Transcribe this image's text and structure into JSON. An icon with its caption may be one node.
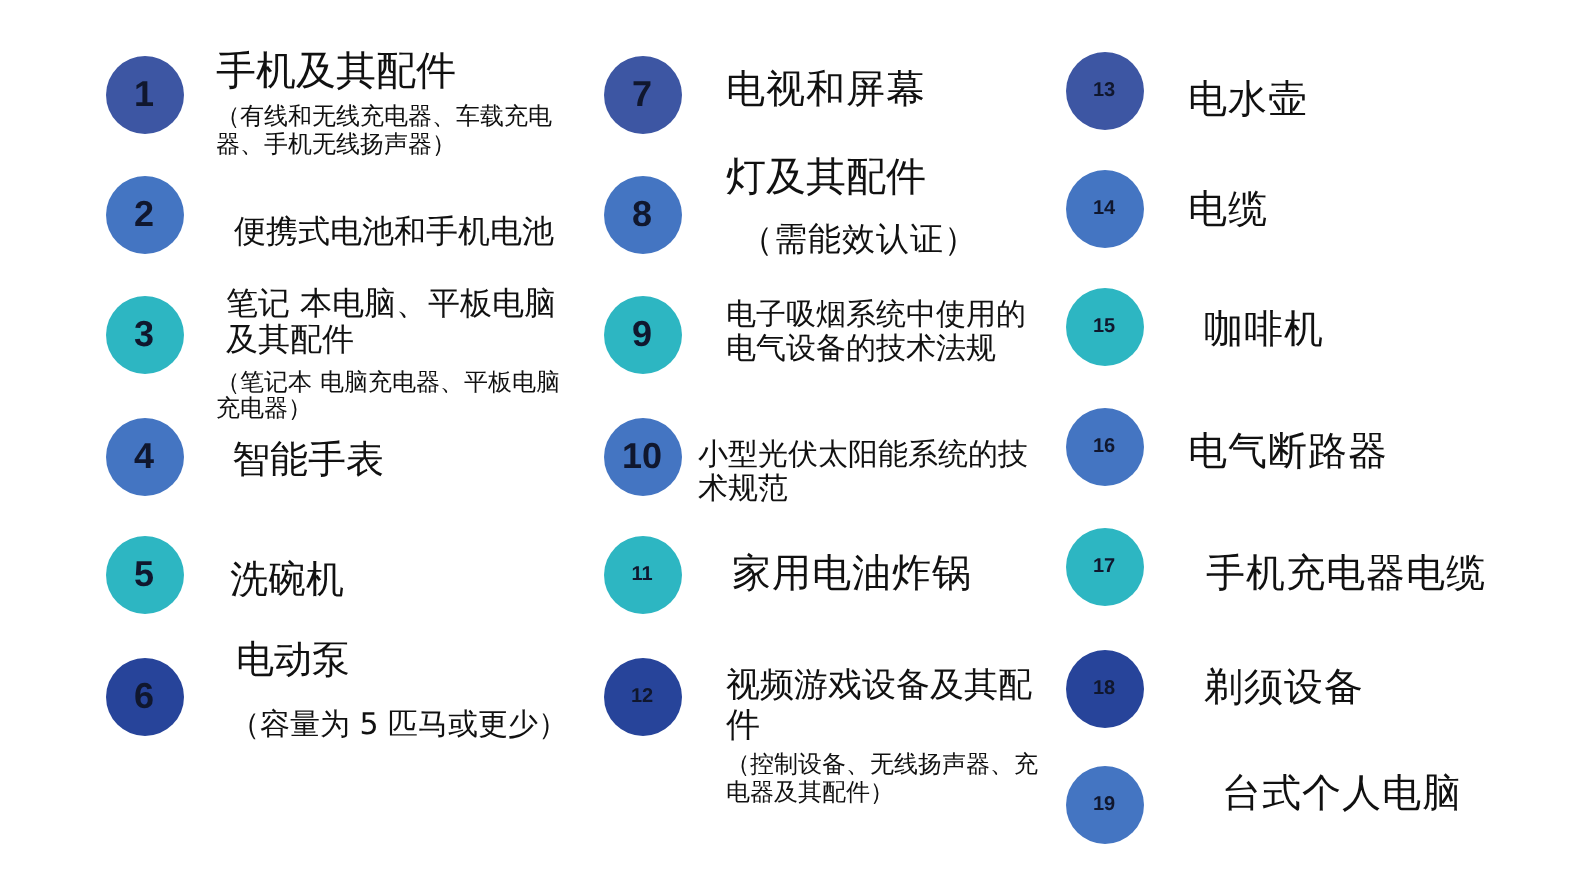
{
  "diagram": {
    "nodes": [
      {
        "text": [
          "1"
        ],
        "beside": [
          "手机及其配件",
          "（有线和无线充电器、车载充电器、手机无线扬声器）"
        ]
      },
      {
        "text": [
          "2"
        ],
        "beside": [
          "便携式电池和手机电池"
        ]
      },
      {
        "text": [
          "3"
        ],
        "beside": [
          "笔记 本电脑、平板电脑及其配件",
          "（笔记本 电脑充电器、平板电脑充电器）"
        ]
      },
      {
        "text": [
          "4"
        ],
        "beside": [
          "智能手表"
        ]
      },
      {
        "text": [
          "5"
        ],
        "beside": [
          "洗碗机"
        ]
      },
      {
        "text": [
          "6"
        ],
        "beside": [
          "电动泵",
          "（容量为 5 匹马或更少）"
        ]
      },
      {
        "text": [
          "7"
        ],
        "beside": [
          "电视和屏幕"
        ]
      },
      {
        "text": [
          "8"
        ],
        "beside": [
          "灯及其配件",
          "（需能效认证）"
        ]
      },
      {
        "text": [
          "9"
        ],
        "beside": [
          "电子吸烟系统中使用的电气设备的技术法规"
        ]
      },
      {
        "text": [
          "10"
        ],
        "beside": [
          "小型光伏太阳能系统的技术规范"
        ]
      },
      {
        "text": [
          "11"
        ],
        "beside": [
          "家用电油炸锅"
        ]
      },
      {
        "text": [
          "12"
        ],
        "beside": [
          "视频游戏设备及其配件",
          "（控制设备、无线扬声器、充电器及其配件）"
        ]
      },
      {
        "text": [
          "13"
        ],
        "beside": [
          "电水壶"
        ]
      },
      {
        "text": [
          "14"
        ],
        "beside": [
          "电缆"
        ]
      },
      {
        "text": [
          "15"
        ],
        "beside": [
          "咖啡机"
        ]
      },
      {
        "text": [
          "16"
        ],
        "beside": [
          "电气断路器"
        ]
      },
      {
        "text": [
          "17"
        ],
        "beside": [
          "手机充电器电缆"
        ]
      },
      {
        "text": [
          "18"
        ],
        "beside": [
          "剃须设备"
        ]
      },
      {
        "text": [
          "19"
        ],
        "beside": [
          "台式个人电脑"
        ]
      }
    ]
  }
}
